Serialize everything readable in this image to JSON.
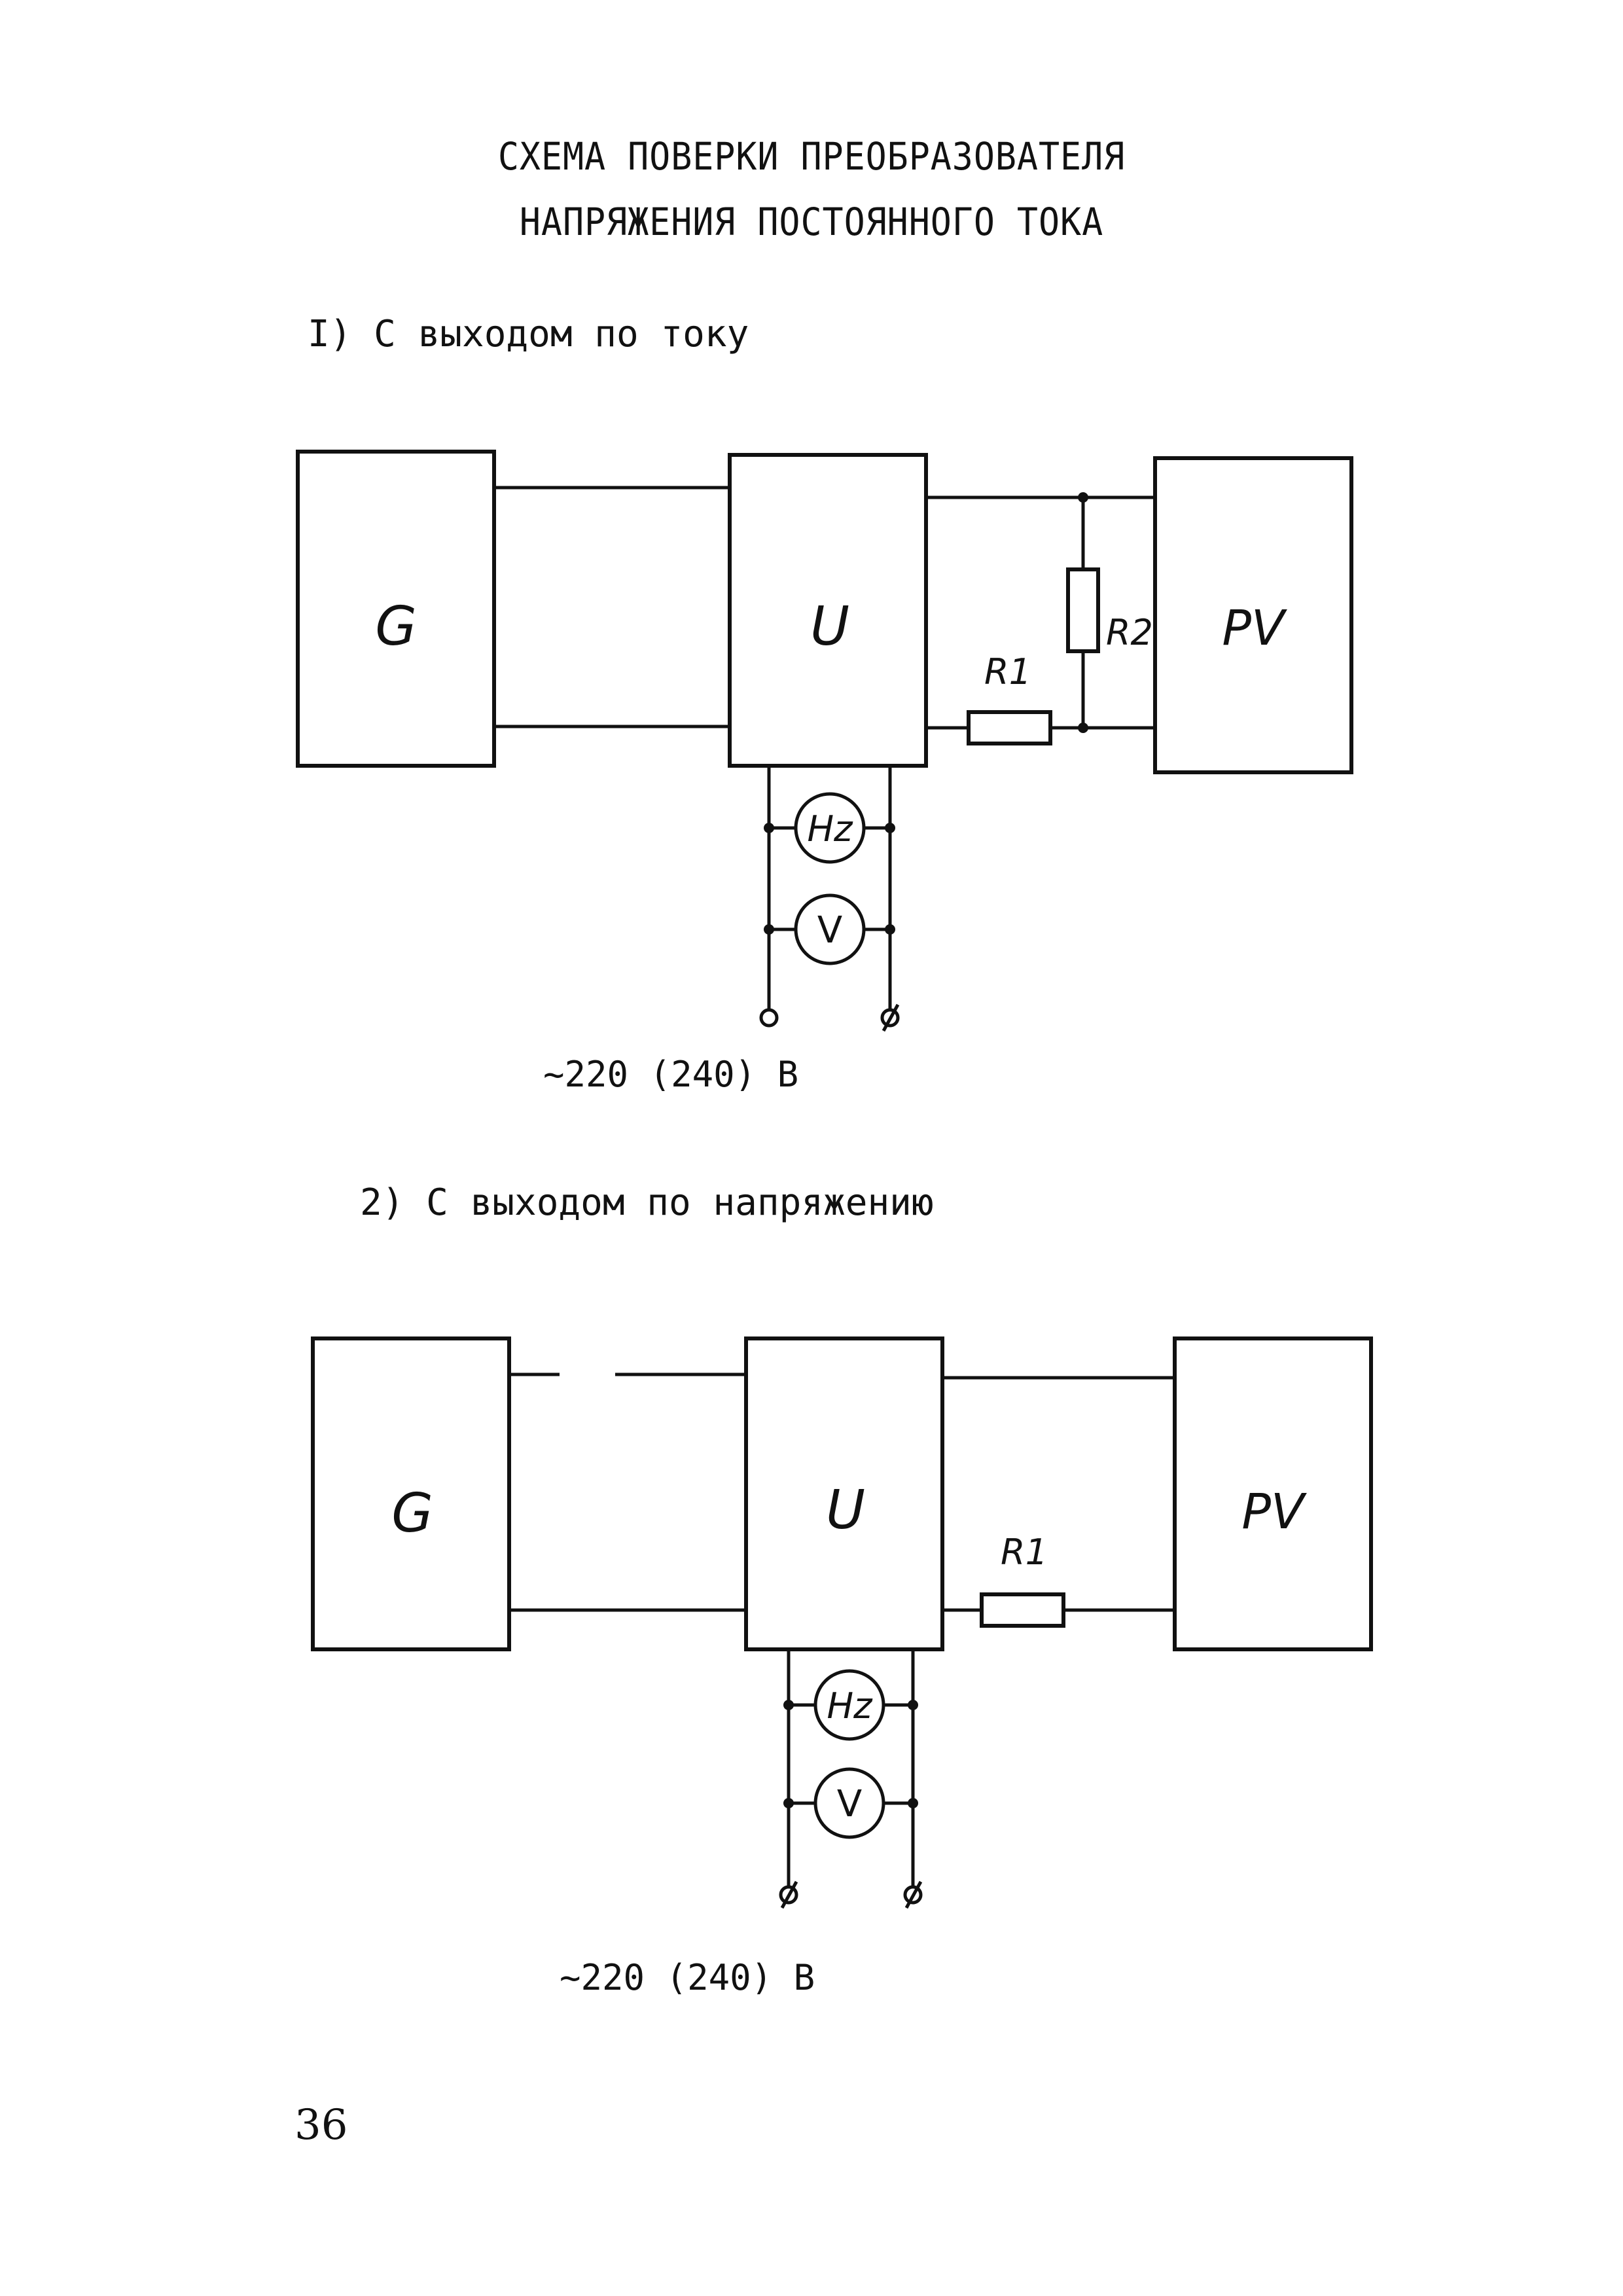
{
  "document": {
    "title_line1": "СХЕМА ПОВЕРКИ ПРЕОБРАЗОВАТЕЛЯ",
    "title_line2": "НАПРЯЖЕНИЯ ПОСТОЯННОГО ТОКА",
    "page_number": "36"
  },
  "diagram1": {
    "heading": "I) С выходом по току",
    "generator": "G",
    "converter": "U",
    "meter": "PV",
    "resistor1": "R1",
    "resistor2": "R2",
    "frequency_meter": "Hz",
    "voltmeter": "V",
    "supply": "~220 (240) В"
  },
  "diagram2": {
    "heading": "2) С выходом по напряжению",
    "generator": "G",
    "converter": "U",
    "meter": "PV",
    "resistor1": "R1",
    "frequency_meter": "Hz",
    "voltmeter": "V",
    "supply": "~220  (240) В"
  }
}
